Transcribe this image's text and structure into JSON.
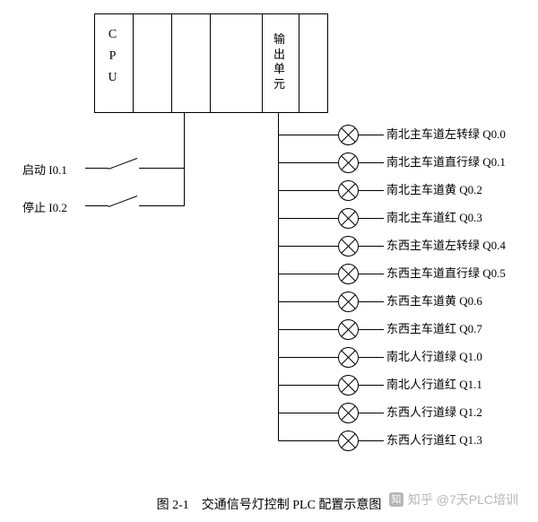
{
  "rack": {
    "cpu": "C P U",
    "output_unit": "输出单元"
  },
  "inputs": [
    {
      "label": "启动 I0.1"
    },
    {
      "label": "停止 I0.2"
    }
  ],
  "outputs": [
    {
      "label": "南北主车道左转绿 Q0.0"
    },
    {
      "label": "南北主车道直行绿 Q0.1"
    },
    {
      "label": "南北主车道黄 Q0.2"
    },
    {
      "label": "南北主车道红 Q0.3"
    },
    {
      "label": "东西主车道左转绿 Q0.4"
    },
    {
      "label": "东西主车道直行绿 Q0.5"
    },
    {
      "label": "东西主车道黄 Q0.6"
    },
    {
      "label": "东西主车道红 Q0.7"
    },
    {
      "label": "南北人行道绿 Q1.0"
    },
    {
      "label": "南北人行道红 Q1.1"
    },
    {
      "label": "东西人行道绿 Q1.2"
    },
    {
      "label": "东西人行道红 Q1.3"
    }
  ],
  "caption": "图 2-1　交通信号灯控制 PLC 配置示意图",
  "watermark": {
    "icon_glyph": "知",
    "text": "知乎 @7天PLC培训"
  },
  "colors": {
    "line": "#000000",
    "watermark": "#b6b6b6"
  }
}
